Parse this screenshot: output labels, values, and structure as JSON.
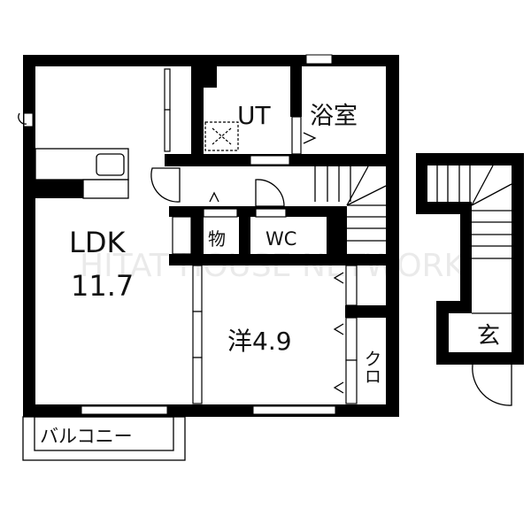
{
  "plan": {
    "rooms": {
      "ldk_name": "LDK",
      "ldk_size": "11.7",
      "ut": "UT",
      "bath": "浴室",
      "storage": "物",
      "wc": "WC",
      "western_room": "洋4.9",
      "closet": "クロ",
      "entrance": "玄",
      "balcony": "バルコニー"
    },
    "watermark": "HITAT HOUSE NETWORK",
    "colors": {
      "wall": "#000000",
      "background": "#ffffff"
    }
  }
}
